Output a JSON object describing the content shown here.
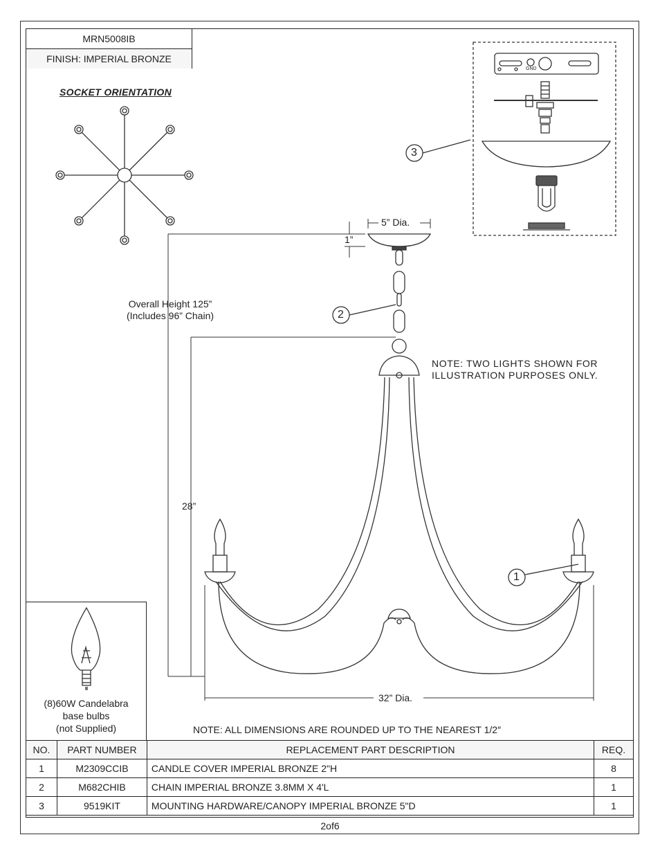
{
  "header": {
    "model": "MRN5008IB",
    "finish": "FINISH: IMPERIAL BRONZE"
  },
  "socket_orientation": {
    "title": "SOCKET ORIENTATION"
  },
  "callouts": {
    "one": "1",
    "two": "2",
    "three": "3"
  },
  "dimensions": {
    "canopy_dia": "5” Dia.",
    "canopy_height": "1”",
    "overall_height_line1": "Overall Height 125”",
    "overall_height_line2": "(Includes 96” Chain)",
    "body_height": "28”",
    "fixture_dia": "32” Dia."
  },
  "mounting_label": "GND",
  "notes": {
    "two_lights_line1": "NOTE:  TWO LIGHTS SHOWN  FOR",
    "two_lights_line2": "ILLUSTRATION  PURPOSES ONLY.",
    "dimensions_note": "NOTE:  ALL DIMENSIONS ARE ROUNDED UP TO THE NEAREST  1/2″"
  },
  "bulb": {
    "line1": "(8)60W Candelabra",
    "line2": "base bulbs",
    "line3": "(not Supplied)"
  },
  "parts_table": {
    "headers": [
      "NO.",
      "PART NUMBER",
      "REPLACEMENT PART DESCRIPTION",
      "REQ."
    ],
    "rows": [
      [
        "1",
        "M2309CCIB",
        "CANDLE COVER IMPERIAL BRONZE 2\"H",
        "8"
      ],
      [
        "2",
        "M682CHIB",
        "CHAIN IMPERIAL BRONZE 3.8MM X 4'L",
        "1"
      ],
      [
        "3",
        "9519KIT",
        "MOUNTING HARDWARE/CANOPY IMPERIAL BRONZE 5\"D",
        "1"
      ]
    ]
  },
  "page_number": "2of6"
}
